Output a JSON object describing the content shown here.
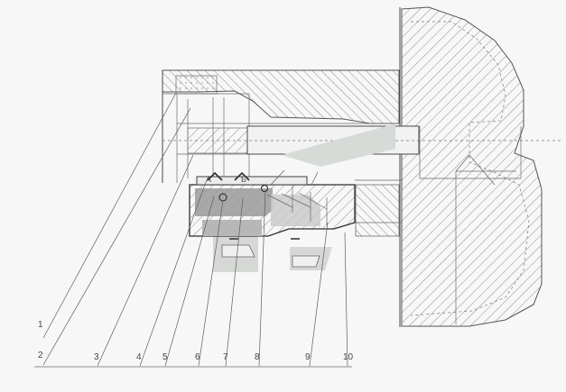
{
  "drawing": {
    "part_numbers": [
      "1",
      "2",
      "3",
      "4",
      "5",
      "6",
      "7",
      "8",
      "9",
      "10"
    ],
    "small_labels": [
      "A",
      "Б"
    ]
  }
}
